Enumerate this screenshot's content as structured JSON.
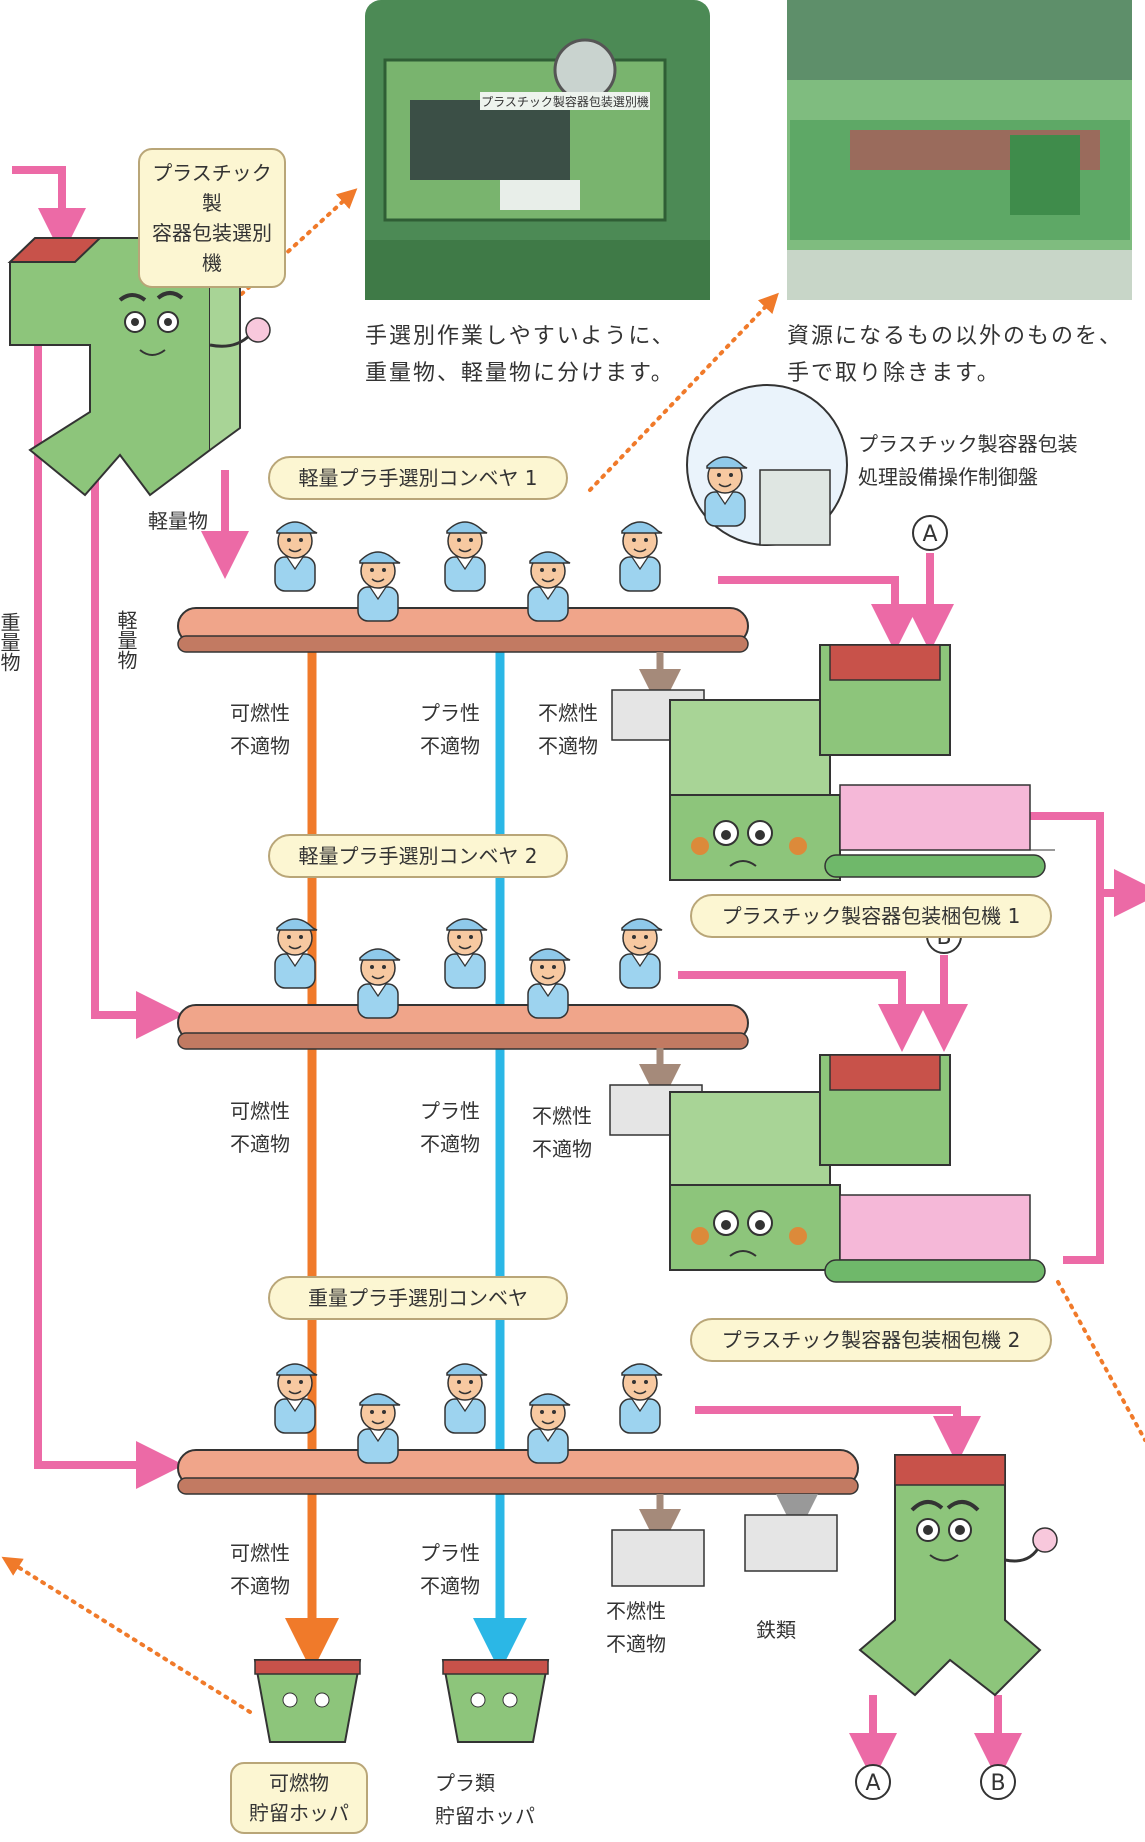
{
  "photos": [
    {
      "caption_lines": [
        "手選別作業しやすいように、",
        "重量物、軽量物に分けます。"
      ],
      "sign": "プラスチック製容器包装選別機"
    },
    {
      "caption_lines": [
        "資源になるもの以外のものを、",
        "手で取り除きます。"
      ]
    }
  ],
  "machines": {
    "selector_label_lines": [
      "プラスチック製",
      "容器包装選別機"
    ],
    "control_panel_lines": [
      "プラスチック製容器包装",
      "処理設備操作制御盤"
    ],
    "baler1": "プラスチック製容器包装梱包機 1",
    "baler2": "プラスチック製容器包装梱包機 2"
  },
  "conveyors": [
    {
      "label": "軽量プラ手選別コンベヤ 1",
      "outputs": {
        "combustible": [
          "可燃性",
          "不適物"
        ],
        "plastic": [
          "プラ性",
          "不適物"
        ],
        "noncombustible": [
          "不燃性",
          "不適物"
        ]
      }
    },
    {
      "label": "軽量プラ手選別コンベヤ 2",
      "outputs": {
        "combustible": [
          "可燃性",
          "不適物"
        ],
        "plastic": [
          "プラ性",
          "不適物"
        ],
        "noncombustible": [
          "不燃性",
          "不適物"
        ]
      }
    },
    {
      "label": "重量プラ手選別コンベヤ",
      "outputs": {
        "combustible": [
          "可燃性",
          "不適物"
        ],
        "plastic": [
          "プラ性",
          "不適物"
        ],
        "noncombustible": [
          "不燃性",
          "不適物"
        ],
        "iron": "鉄類"
      }
    }
  ],
  "flow_labels": {
    "light1": "軽量物",
    "light2": "軽量物",
    "heavy": "重量物"
  },
  "markers": {
    "a": "A",
    "b": "B"
  },
  "hoppers": {
    "combustible_lines": [
      "可燃物",
      "貯留ホッパ"
    ],
    "plastic_lines": [
      "プラ類",
      "貯留ホッパ"
    ]
  },
  "colors": {
    "flow_arrow": "#ec6aa6",
    "combustible_line": "#f07a2a",
    "plastic_line": "#2bb7e6",
    "conveyor": "#f0a58a",
    "machine_green": "#8dc57b",
    "label_fill": "#fcf6d2"
  }
}
